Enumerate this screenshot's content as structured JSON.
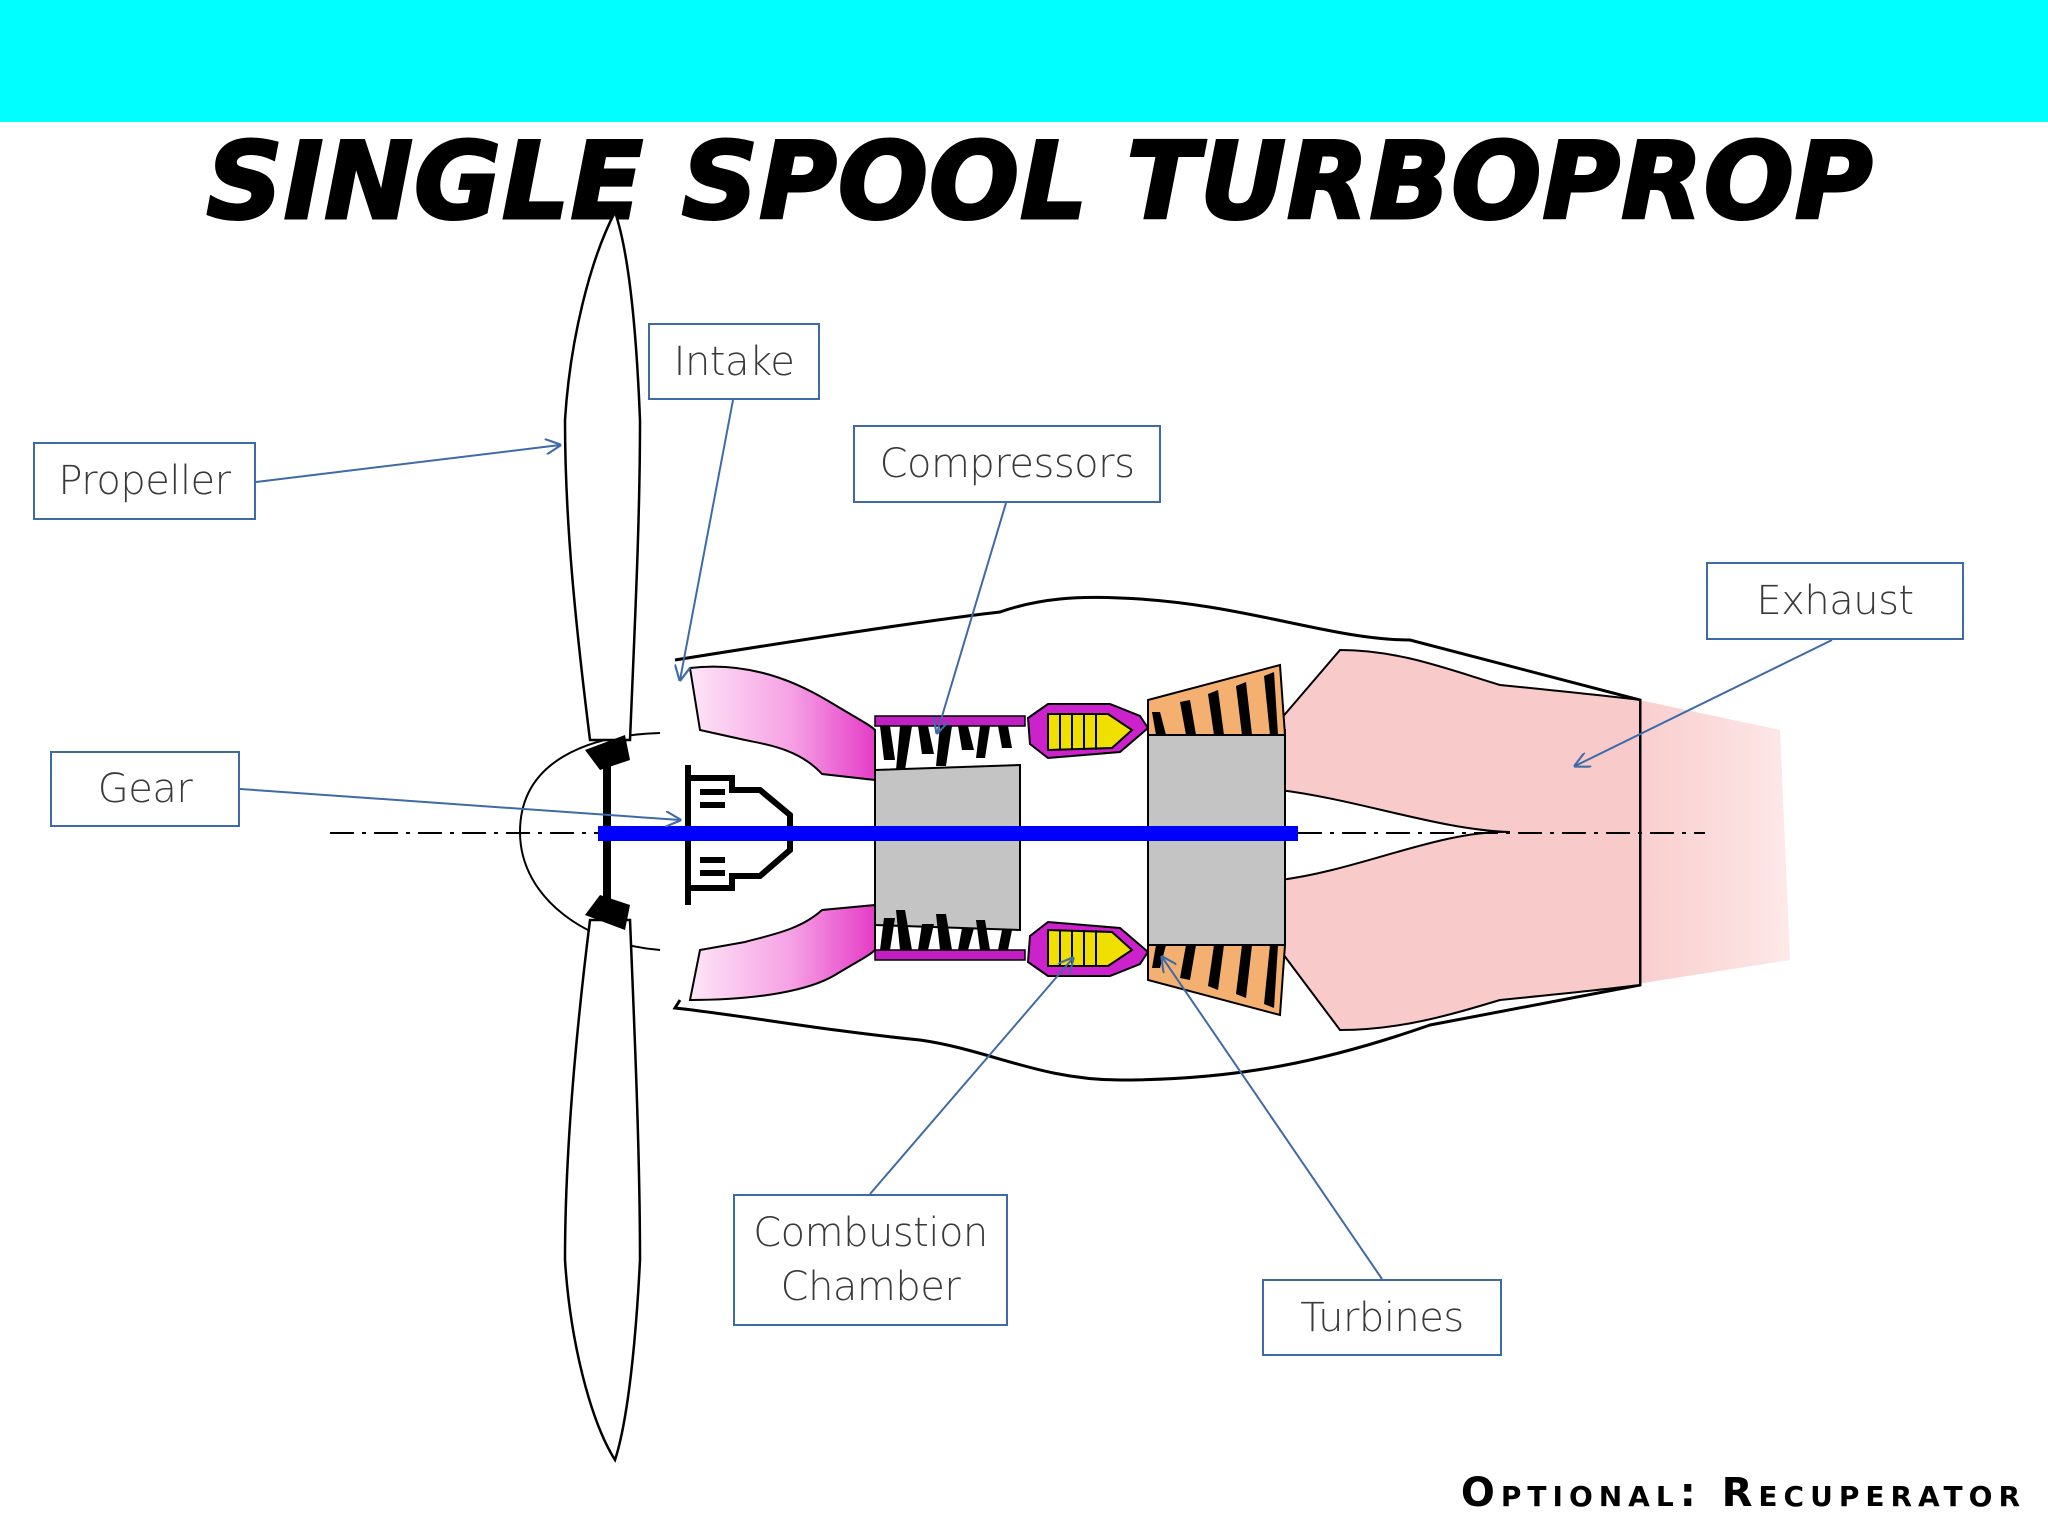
{
  "title": "SINGLE SPOOL TURBOPROP",
  "labels": {
    "propeller": "Propeller",
    "intake": "Intake",
    "compressors": "Compressors",
    "exhaust": "Exhaust",
    "gear": "Gear",
    "combustion_line1": "Combustion",
    "combustion_line2": "Chamber",
    "turbines": "Turbines"
  },
  "footer_note": "Optional: Recuperator",
  "colors": {
    "banner": "#00ffff",
    "callout_border": "#3f6aa8",
    "shaft": "#0000ff",
    "intake_duct": "#ee44cc",
    "compressor_casing": "#cc22cc",
    "combustor": "#e0d000",
    "turbine": "#f0a040",
    "exhaust": "#f7c6c6",
    "core": "#c4c4c4"
  }
}
